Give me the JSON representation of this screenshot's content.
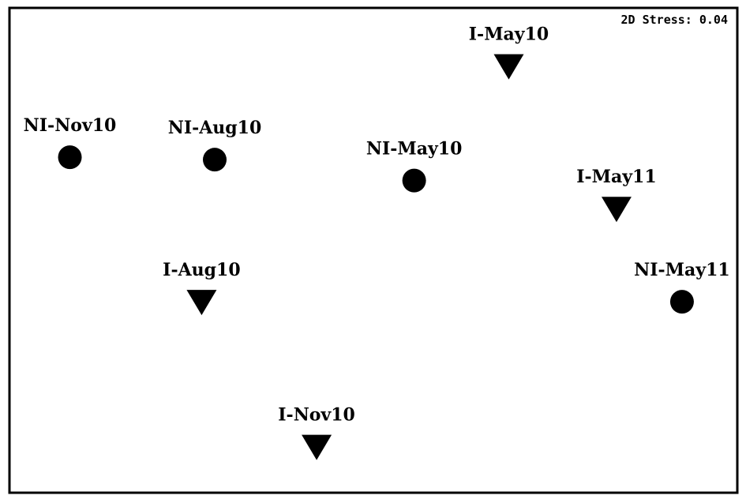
{
  "chart_data": {
    "type": "scatter",
    "title": "",
    "xlabel": "",
    "ylabel": "",
    "annotation": "2D Stress: 0.04",
    "xlim": [
      0,
      100
    ],
    "ylim": [
      0,
      100
    ],
    "grid": false,
    "legend": "none",
    "marker_color": "#000000",
    "points": [
      {
        "label": "I-May10",
        "x": 68.6,
        "y": 88.0,
        "marker": "triangle-down"
      },
      {
        "label": "NI-Nov10",
        "x": 8.3,
        "y": 69.2,
        "marker": "circle"
      },
      {
        "label": "NI-Aug10",
        "x": 28.2,
        "y": 68.7,
        "marker": "circle"
      },
      {
        "label": "NI-May10",
        "x": 55.6,
        "y": 64.4,
        "marker": "circle"
      },
      {
        "label": "I-May11",
        "x": 83.4,
        "y": 58.6,
        "marker": "triangle-down"
      },
      {
        "label": "I-Aug10",
        "x": 26.4,
        "y": 39.4,
        "marker": "triangle-down"
      },
      {
        "label": "NI-May11",
        "x": 92.4,
        "y": 39.4,
        "marker": "circle"
      },
      {
        "label": "I-Nov10",
        "x": 42.2,
        "y": 9.5,
        "marker": "triangle-down"
      }
    ]
  }
}
